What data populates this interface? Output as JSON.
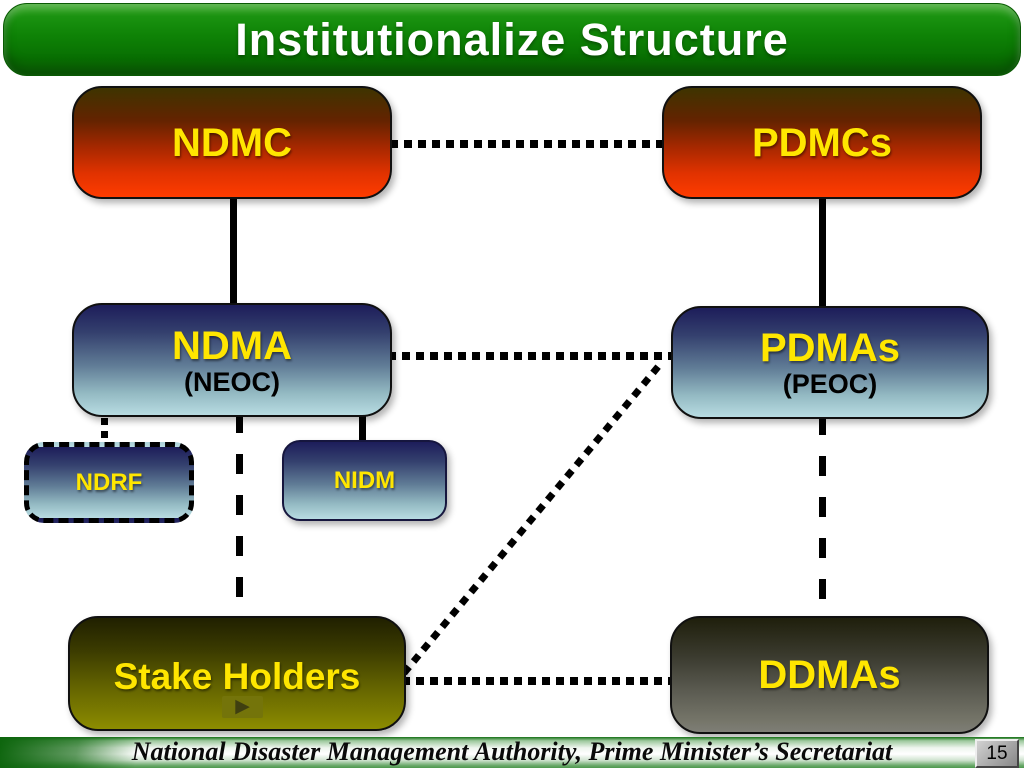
{
  "slide": {
    "title": "Institutionalize Structure",
    "footer_text": "National Disaster Management Authority, Prime Minister’s Secretariat",
    "page_number": "15"
  },
  "nodes": {
    "ndmc": {
      "label": "NDMC"
    },
    "pdmcs": {
      "label": "PDMCs"
    },
    "ndma": {
      "label": "NDMA",
      "sublabel": "(NEOC)"
    },
    "pdmas": {
      "label": "PDMAs",
      "sublabel": "(PEOC)"
    },
    "ndrf": {
      "label": "NDRF"
    },
    "nidm": {
      "label": "NIDM"
    },
    "stakeholders": {
      "label": "Stake Holders"
    },
    "ddmas": {
      "label": "DDMAs"
    }
  },
  "connections": [
    {
      "from": "NDMC",
      "to": "PDMCs",
      "style": "dotted-horizontal"
    },
    {
      "from": "NDMC",
      "to": "NDMA",
      "style": "solid-vertical"
    },
    {
      "from": "PDMCs",
      "to": "PDMAs",
      "style": "solid-vertical"
    },
    {
      "from": "NDMA",
      "to": "PDMAs",
      "style": "dotted-horizontal"
    },
    {
      "from": "NDMA",
      "to": "NDRF",
      "style": "dotted-vertical"
    },
    {
      "from": "NDMA",
      "to": "NIDM",
      "style": "solid-vertical"
    },
    {
      "from": "NDMA",
      "to": "Stake Holders",
      "style": "dashed-vertical"
    },
    {
      "from": "PDMAs",
      "to": "DDMAs",
      "style": "dashed-vertical"
    },
    {
      "from": "Stake Holders",
      "to": "PDMAs",
      "style": "dotted-diagonal"
    },
    {
      "from": "Stake Holders",
      "to": "DDMAs",
      "style": "dotted-horizontal"
    }
  ],
  "icons": {
    "play": "▶"
  },
  "colors": {
    "header_green_top": "#2fa31c",
    "header_green_bottom": "#086e02",
    "node_red_top": "#3e3400",
    "node_red_bottom": "#ff3c00",
    "node_blue_top": "#1d1d5a",
    "node_blue_bottom": "#b8dce2",
    "node_olive_bottom": "#8c8c00",
    "node_gray_bottom": "#7e7e76",
    "label_yellow": "#ffe600",
    "footer_green": "#4c984c",
    "connector_black": "#000000"
  }
}
